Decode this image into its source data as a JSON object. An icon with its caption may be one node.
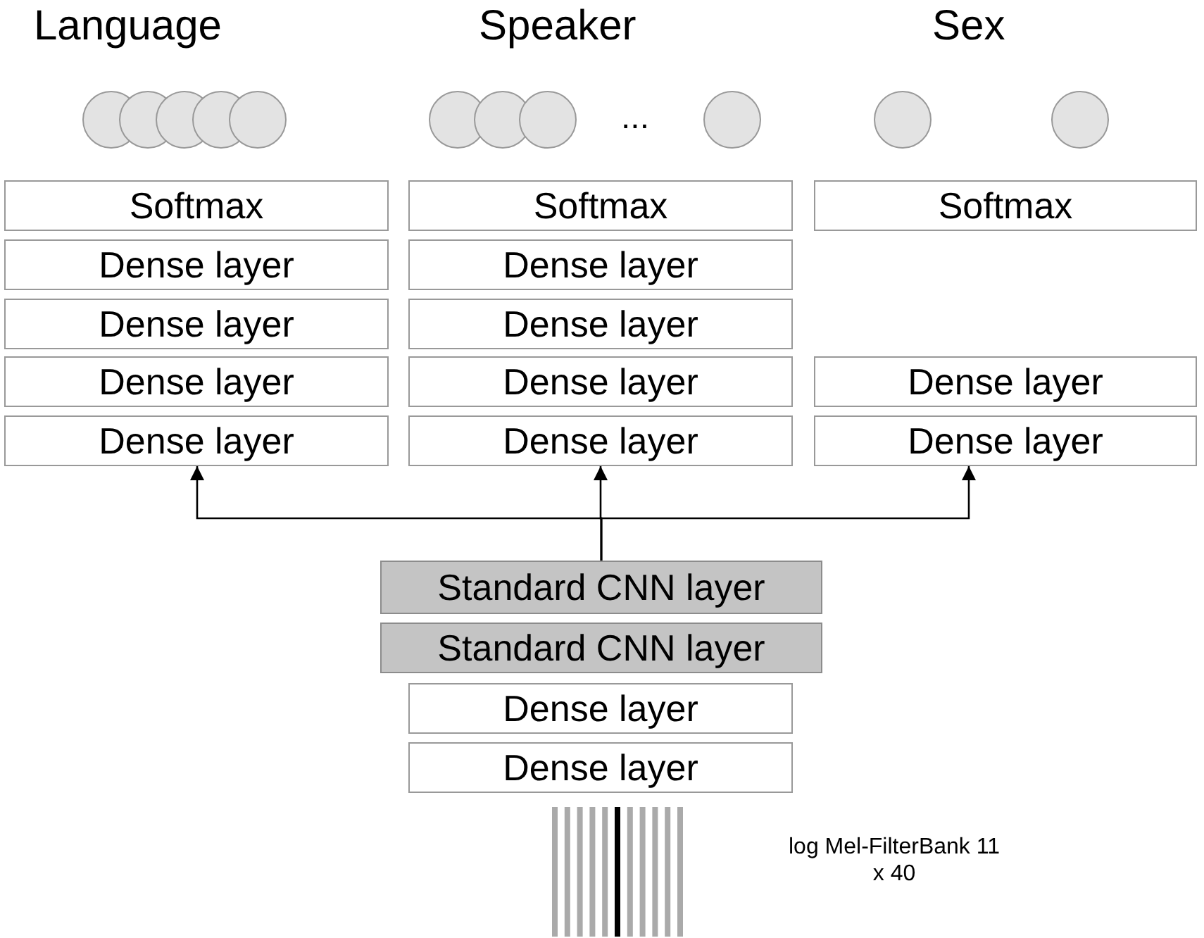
{
  "diagram": {
    "nodes": [
      {
        "text": [
          "Softmax"
        ]
      },
      {
        "text": [
          "Dense layer"
        ]
      },
      {
        "text": [
          "Dense layer"
        ]
      },
      {
        "text": [
          "Dense layer"
        ]
      },
      {
        "text": [
          "Dense layer"
        ]
      },
      {
        "text": [
          "Softmax"
        ]
      },
      {
        "text": [
          "Dense layer"
        ]
      },
      {
        "text": [
          "Dense layer"
        ]
      },
      {
        "text": [
          "Dense layer"
        ]
      },
      {
        "text": [
          "Dense layer"
        ]
      },
      {
        "text": [
          "Softmax"
        ]
      },
      {
        "text": [
          "Dense layer"
        ]
      },
      {
        "text": [
          "Dense layer"
        ]
      },
      {
        "text": [
          "Standard CNN layer"
        ]
      },
      {
        "text": [
          "Standard CNN layer"
        ]
      },
      {
        "text": [
          "Dense layer"
        ]
      },
      {
        "text": [
          "Dense layer"
        ]
      }
    ],
    "edges": [
      {
        "from": 13,
        "to": 4,
        "arrow": "to"
      },
      {
        "from": 13,
        "to": 9,
        "arrow": "to"
      },
      {
        "from": 13,
        "to": 12,
        "arrow": "to"
      }
    ],
    "labels": [
      "Language",
      "Speaker",
      "Sex",
      "...",
      "log Mel-FilterBank 11 x 40"
    ]
  }
}
